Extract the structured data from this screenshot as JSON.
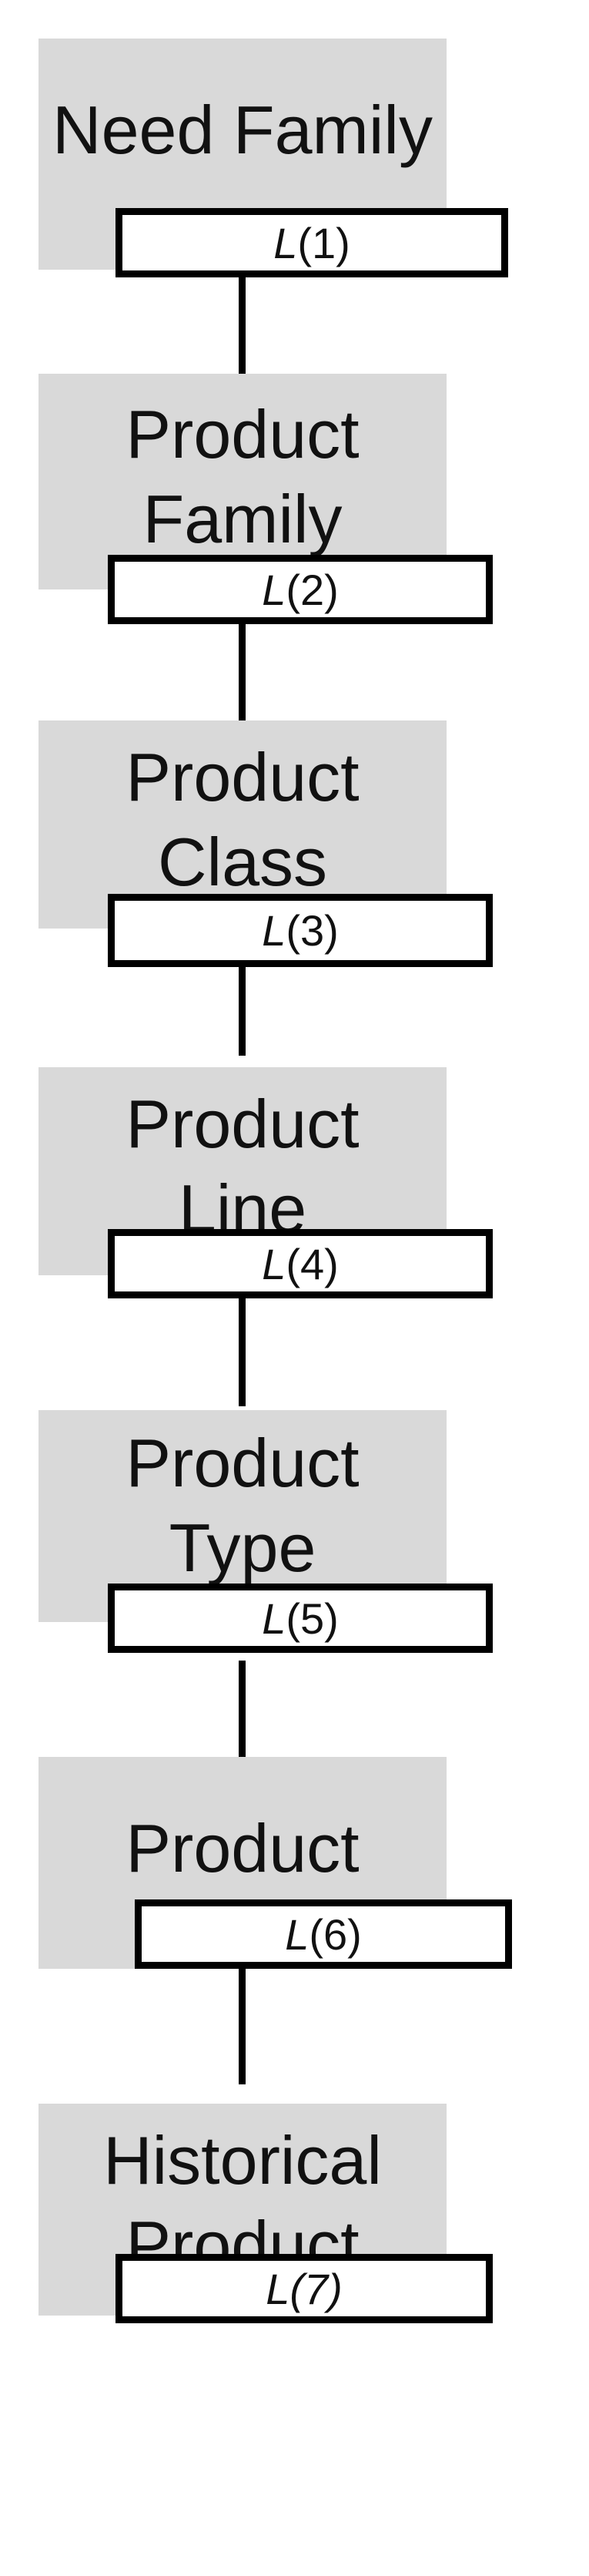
{
  "diagram": {
    "levels": [
      {
        "title": "Need Family",
        "level_prefix": "L",
        "level_num": "(1)"
      },
      {
        "title": "Product\nFamily",
        "level_prefix": "L",
        "level_num": "(2)"
      },
      {
        "title": "Product\nClass",
        "level_prefix": "L",
        "level_num": "(3)"
      },
      {
        "title": "Product\nLine",
        "level_prefix": "L",
        "level_num": "(4)"
      },
      {
        "title": "Product\nType",
        "level_prefix": "L",
        "level_num": "(5)"
      },
      {
        "title": "Product",
        "level_prefix": "L",
        "level_num": "(6)"
      },
      {
        "title": "Historical\nProduct",
        "level_prefix": "L",
        "level_num": "(7)"
      }
    ]
  }
}
